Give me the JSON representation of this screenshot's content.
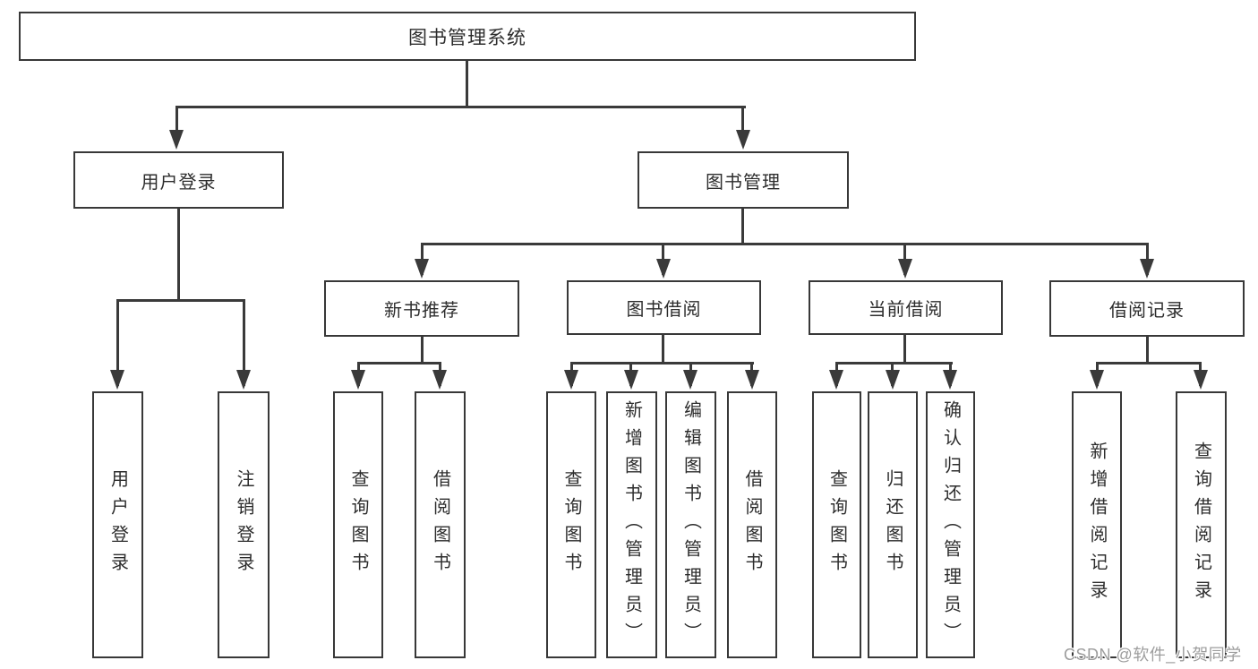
{
  "diagram": {
    "title": "图书管理系统",
    "tree": {
      "label": "图书管理系统",
      "children": [
        {
          "label": "用户登录",
          "children": [
            {
              "label": "用户登录"
            },
            {
              "label": "注销登录"
            }
          ]
        },
        {
          "label": "图书管理",
          "children": [
            {
              "label": "新书推荐",
              "children": [
                {
                  "label": "查询图书"
                },
                {
                  "label": "借阅图书"
                }
              ]
            },
            {
              "label": "图书借阅",
              "children": [
                {
                  "label": "查询图书"
                },
                {
                  "label": "新增图书（管理员）"
                },
                {
                  "label": "编辑图书（管理员）"
                },
                {
                  "label": "借阅图书"
                }
              ]
            },
            {
              "label": "当前借阅",
              "children": [
                {
                  "label": "查询图书"
                },
                {
                  "label": "归还图书"
                },
                {
                  "label": "确认归还（管理员）"
                }
              ]
            },
            {
              "label": "借阅记录",
              "children": [
                {
                  "label": "新增借阅记录"
                },
                {
                  "label": "查询借阅记录"
                }
              ]
            }
          ]
        }
      ]
    }
  },
  "watermark": {
    "text": "CSDN @软件_小贺同学"
  },
  "colors": {
    "line": "#3a3a3a",
    "box_border": "#383838",
    "text": "#2d2d2d",
    "watermark": "#9d9d9d",
    "background": "#ffffff"
  }
}
